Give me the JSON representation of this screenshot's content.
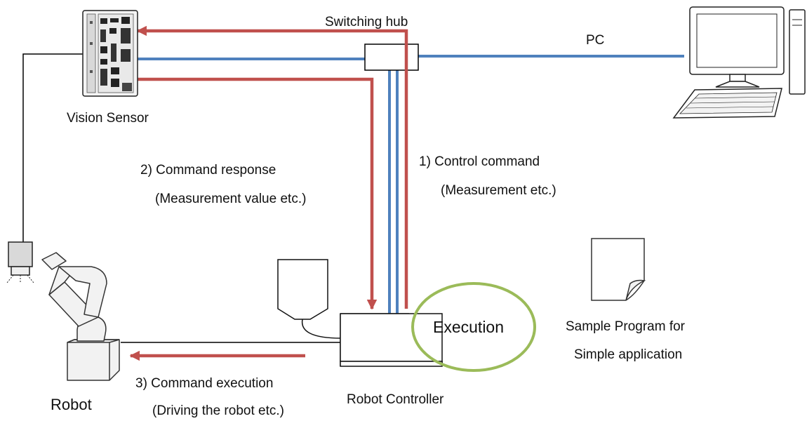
{
  "labels": {
    "switching_hub": "Switching hub",
    "pc": "PC",
    "vision_sensor": "Vision Sensor",
    "command_response_1": "2) Command response",
    "command_response_2": "(Measurement value etc.)",
    "control_command_1": "1) Control command",
    "control_command_2": "(Measurement etc.)",
    "execution": "Execution",
    "sample_program_1": "Sample Program for",
    "sample_program_2": "Simple application",
    "robot": "Robot",
    "command_execution_1": "3) Command execution",
    "command_execution_2": "(Driving the robot etc.)",
    "robot_controller": "Robot Controller"
  },
  "colors": {
    "network_line": "#4f81bd",
    "command_arrow": "#c0504d",
    "execution_ellipse": "#9bbb59",
    "outline": "#000000"
  },
  "icons": {
    "vision_sensor": "vision-sensor-icon",
    "pc": "pc-icon",
    "robot": "robot-arm-icon",
    "camera": "camera-icon",
    "teach_pendant": "teach-pendant-icon",
    "document": "document-icon"
  }
}
